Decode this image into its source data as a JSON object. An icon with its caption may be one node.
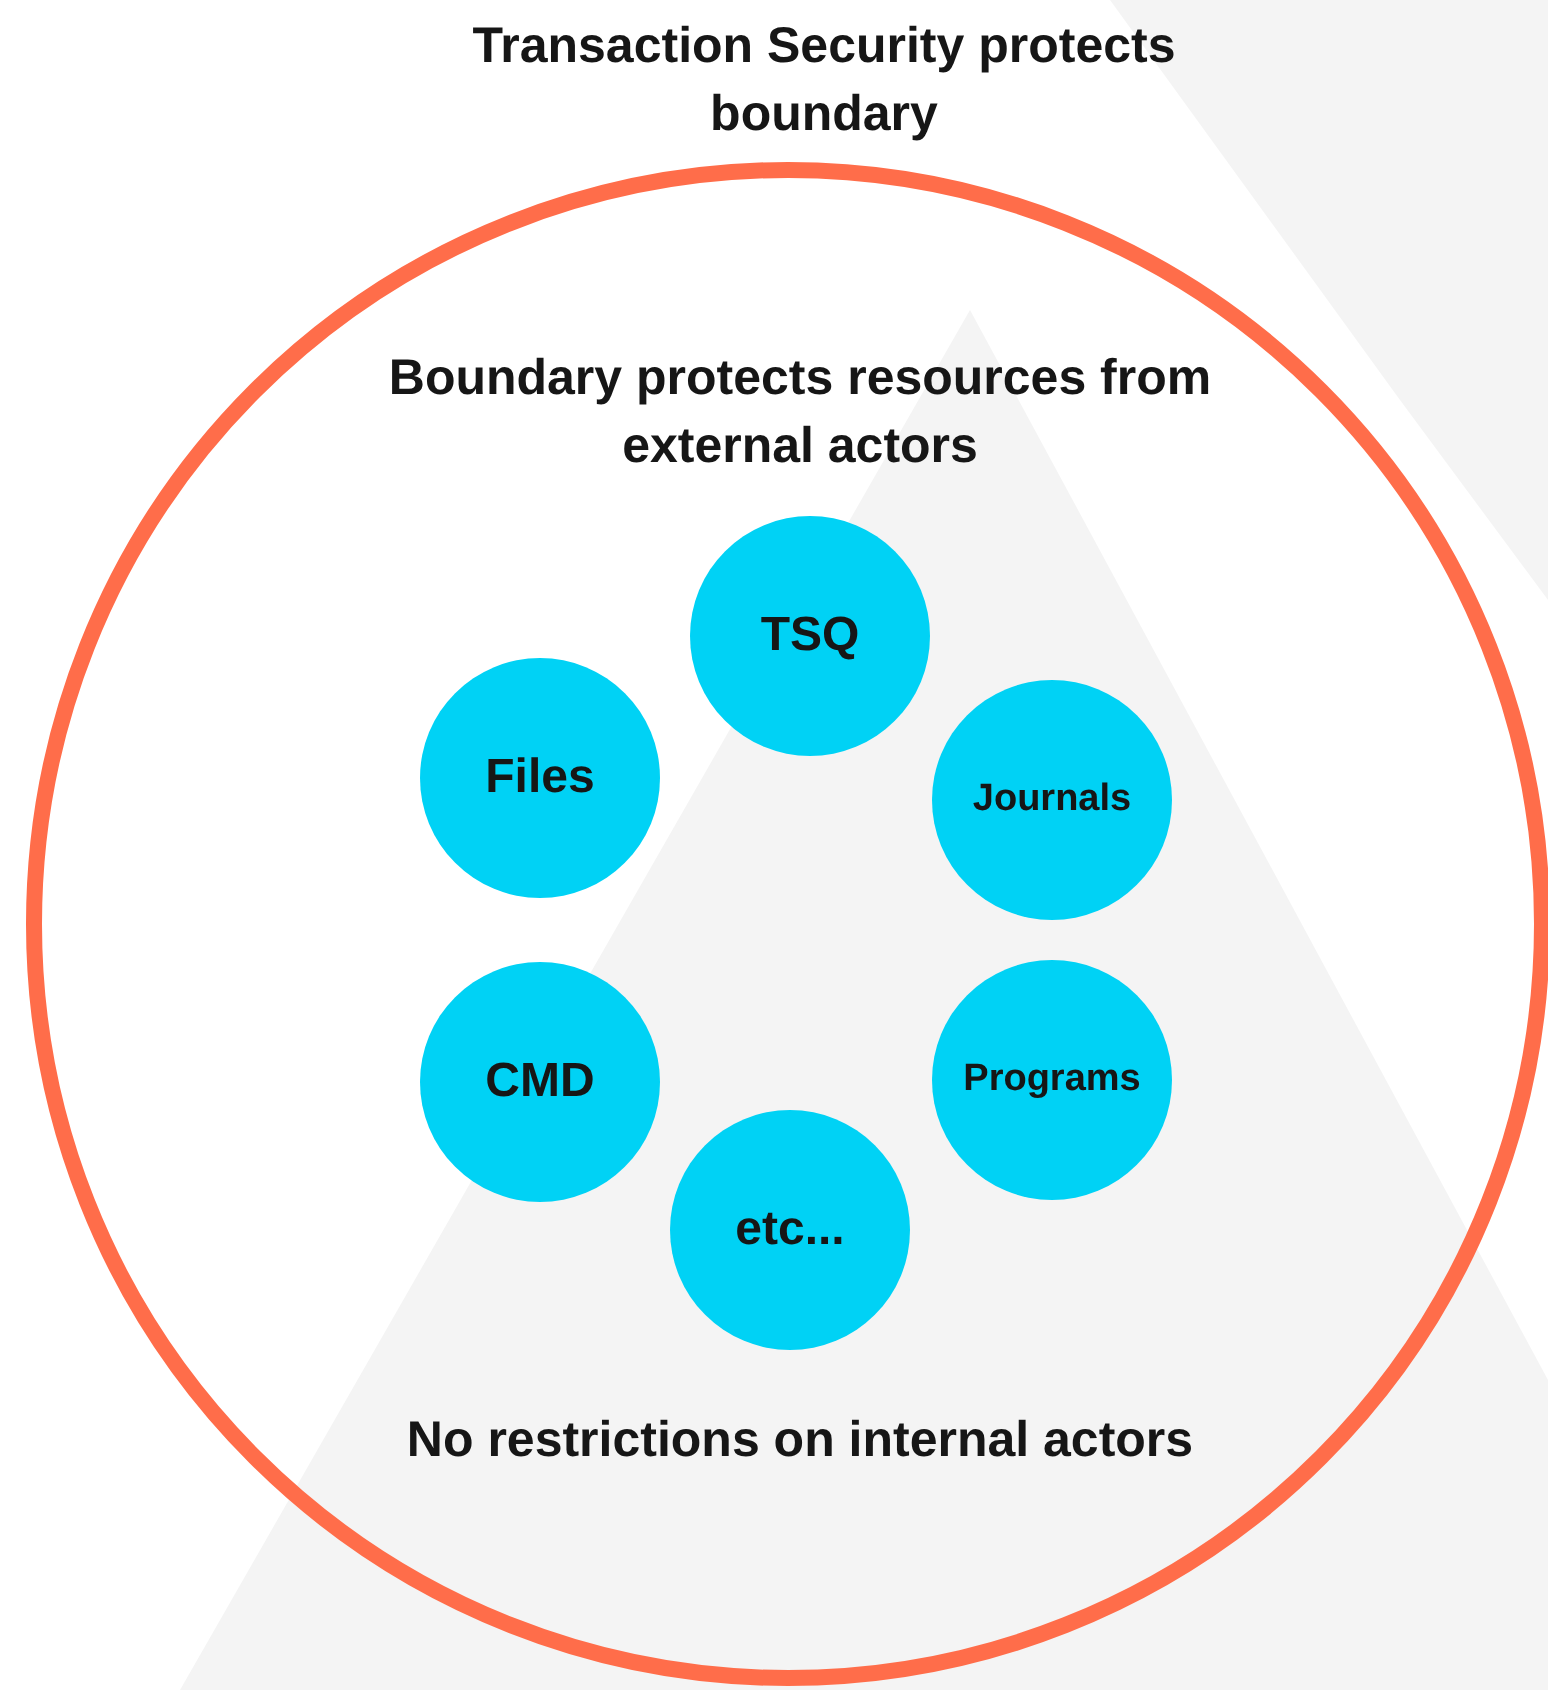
{
  "diagram": {
    "title": "Transaction Security protects boundary",
    "nodes": [
      {
        "text": [
          "Boundary protects resources from external actors",
          "No restrictions on internal actors"
        ]
      },
      {
        "text": [
          "TSQ"
        ],
        "in": 0
      },
      {
        "text": [
          "Files"
        ],
        "in": 0
      },
      {
        "text": [
          "Journals"
        ],
        "in": 0
      },
      {
        "text": [
          "CMD"
        ],
        "in": 0
      },
      {
        "text": [
          "Programs"
        ],
        "in": 0
      },
      {
        "text": [
          "etc..."
        ],
        "in": 0
      }
    ]
  }
}
